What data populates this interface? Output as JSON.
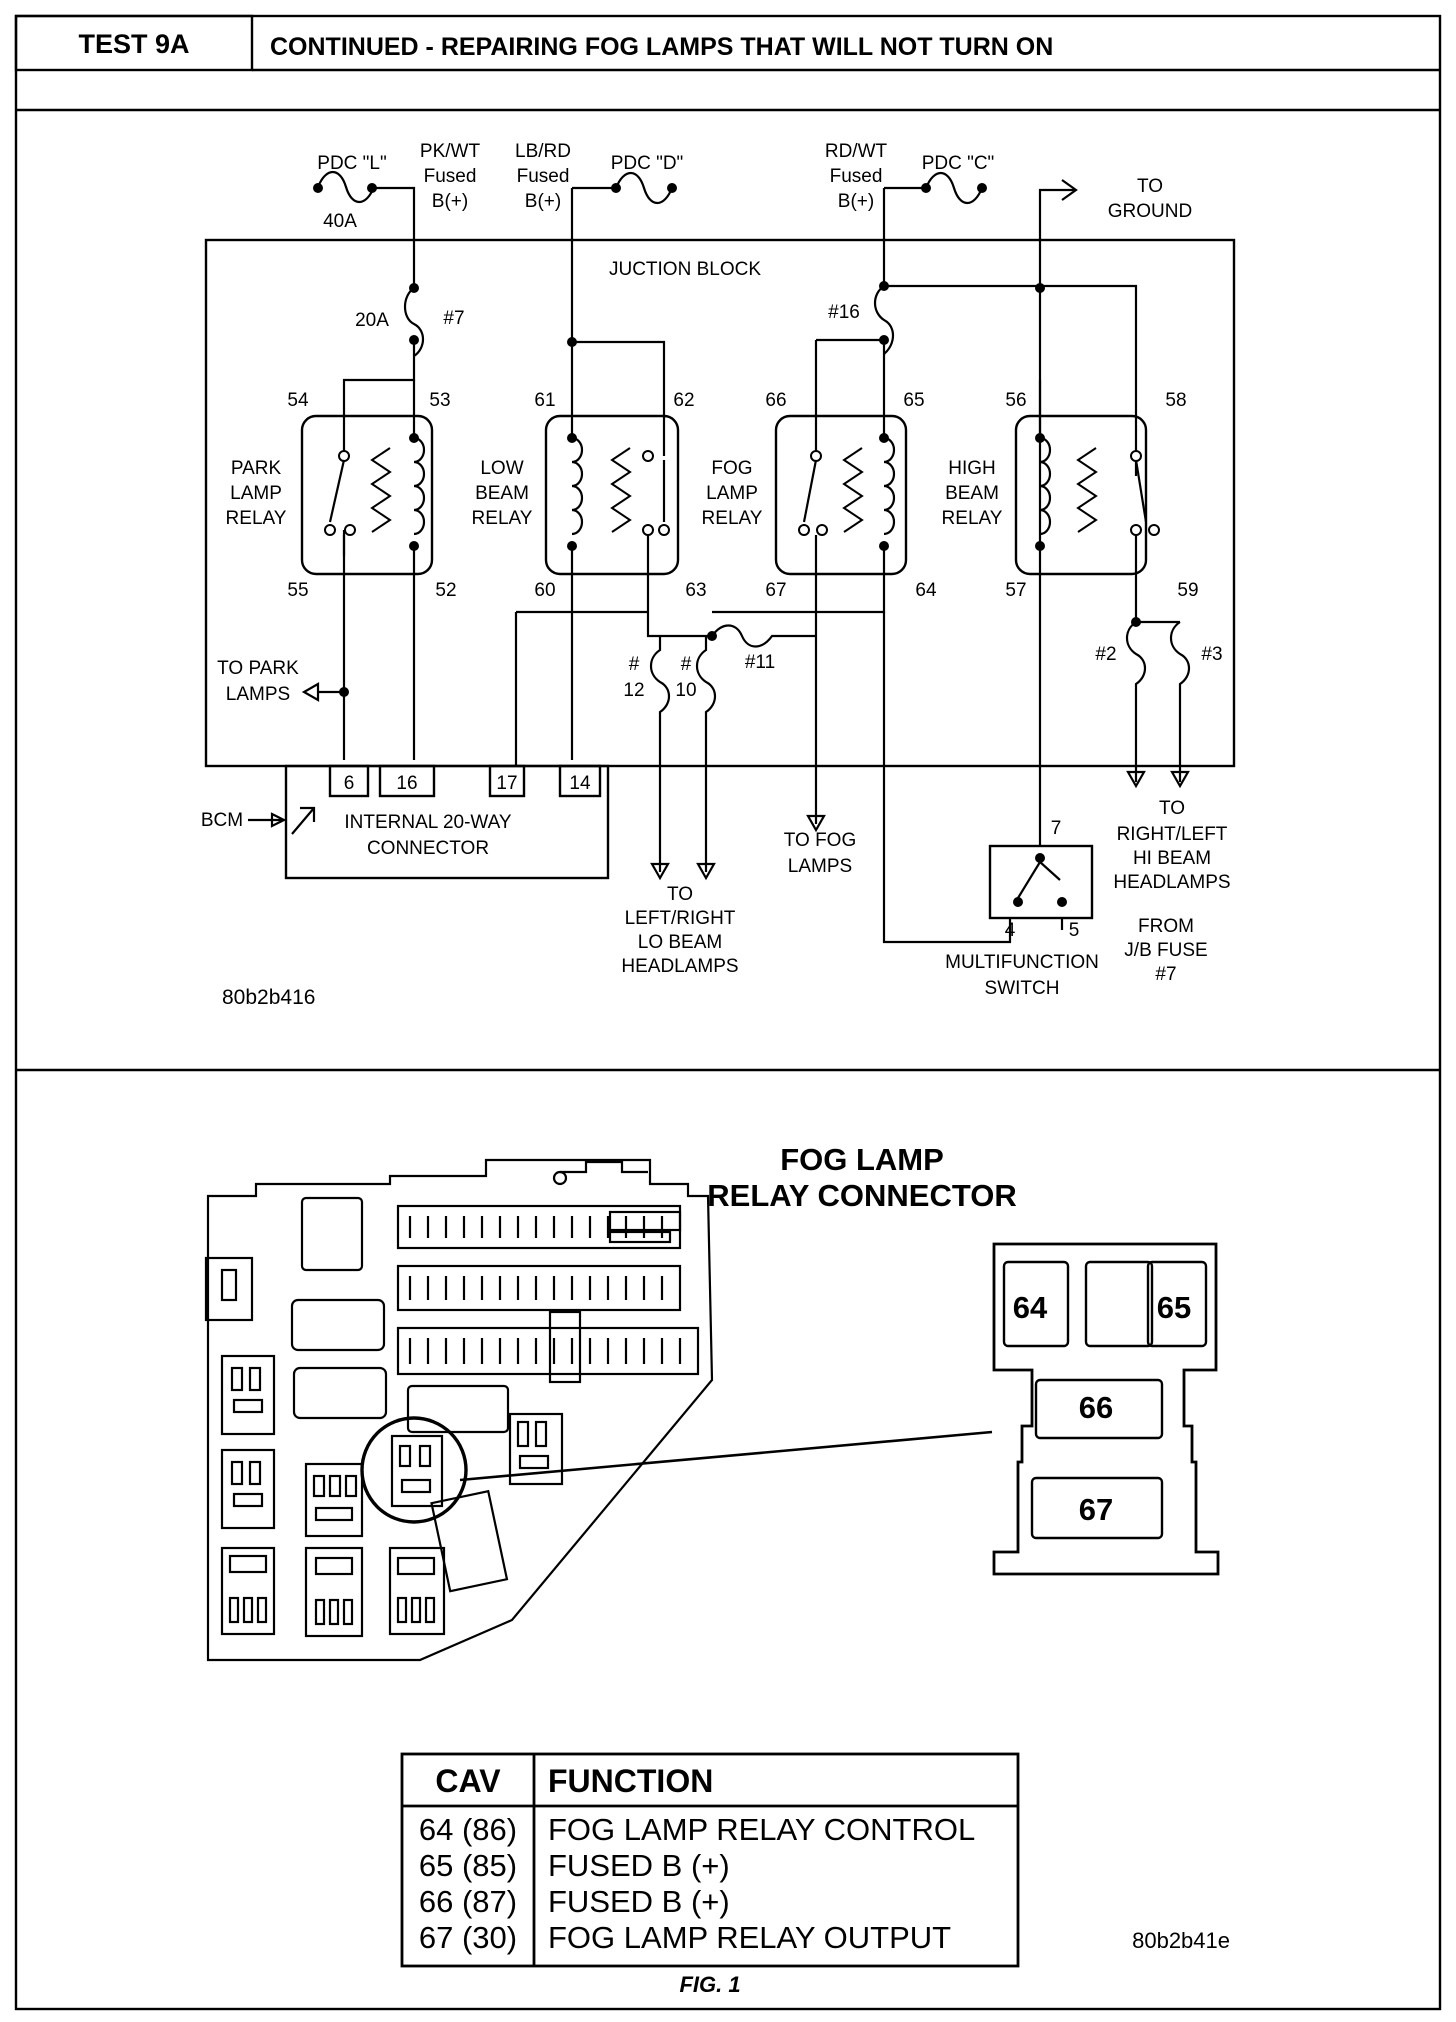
{
  "header": {
    "test_id": "TEST 9A",
    "title": "CONTINUED - REPAIRING FOG LAMPS THAT WILL NOT TURN ON"
  },
  "schematic": {
    "figure_code": "80b2b416",
    "junction_block_label": "JUCTION BLOCK",
    "supplies": {
      "pdc_l": "PDC \"L\"",
      "pdc_l_amp": "40A",
      "pkwt": [
        "PK/WT",
        "Fused",
        "B(+)"
      ],
      "lbrd": [
        "LB/RD",
        "Fused",
        "B(+)"
      ],
      "pdc_d": "PDC \"D\"",
      "rdwt": [
        "RD/WT",
        "Fused",
        "B(+)"
      ],
      "pdc_c": "PDC \"C\"",
      "to_ground": [
        "TO",
        "GROUND"
      ]
    },
    "fuses": {
      "f7_amp": "20A",
      "f7": "#7",
      "f16": "#16",
      "f11": "#11",
      "f12": [
        "#",
        "12"
      ],
      "f10": [
        "#",
        "10"
      ],
      "f2": "#2",
      "f3": "#3"
    },
    "relays": {
      "park": [
        "PARK",
        "LAMP",
        "RELAY"
      ],
      "low": [
        "LOW",
        "BEAM",
        "RELAY"
      ],
      "fog": [
        "FOG",
        "LAMP",
        "RELAY"
      ],
      "high": [
        "HIGH",
        "BEAM",
        "RELAY"
      ]
    },
    "pins": {
      "p54": "54",
      "p53": "53",
      "p55": "55",
      "p52": "52",
      "p61": "61",
      "p62": "62",
      "p60": "60",
      "p63": "63",
      "p66": "66",
      "p65": "65",
      "p67": "67",
      "p64": "64",
      "p56": "56",
      "p58": "58",
      "p57": "57",
      "p59": "59"
    },
    "outputs": {
      "park_lamps": [
        "TO PARK",
        "LAMPS"
      ],
      "lo_beam": [
        "TO",
        "LEFT/RIGHT",
        "LO BEAM",
        "HEADLAMPS"
      ],
      "fog_lamps": [
        "TO FOG",
        "LAMPS"
      ],
      "hi_beam": [
        "TO",
        "RIGHT/LEFT",
        "HI BEAM",
        "HEADLAMPS"
      ]
    },
    "bcm": {
      "label": "BCM",
      "connector": [
        "INTERNAL 20-WAY",
        "CONNECTOR"
      ],
      "pins": [
        "6",
        "16",
        "17",
        "14"
      ]
    },
    "switch": {
      "label": [
        "MULTIFUNCTION",
        "SWITCH"
      ],
      "pin7": "7",
      "pin4": "4",
      "pin5": "5",
      "from": [
        "FROM",
        "J/B FUSE",
        "#7"
      ]
    }
  },
  "connector_figure": {
    "title": [
      "FOG LAMP",
      "RELAY CONNECTOR"
    ],
    "cavities": [
      "64",
      "65",
      "66",
      "67"
    ],
    "figure_code": "80b2b41e",
    "caption": "FIG. 1"
  },
  "table": {
    "headers": [
      "CAV",
      "FUNCTION"
    ],
    "rows": [
      {
        "cav": "64 (86)",
        "function": "FOG LAMP RELAY CONTROL"
      },
      {
        "cav": "65 (85)",
        "function": "FUSED B (+)"
      },
      {
        "cav": "66 (87)",
        "function": "FUSED B (+)"
      },
      {
        "cav": "67 (30)",
        "function": "FOG LAMP RELAY OUTPUT"
      }
    ]
  }
}
